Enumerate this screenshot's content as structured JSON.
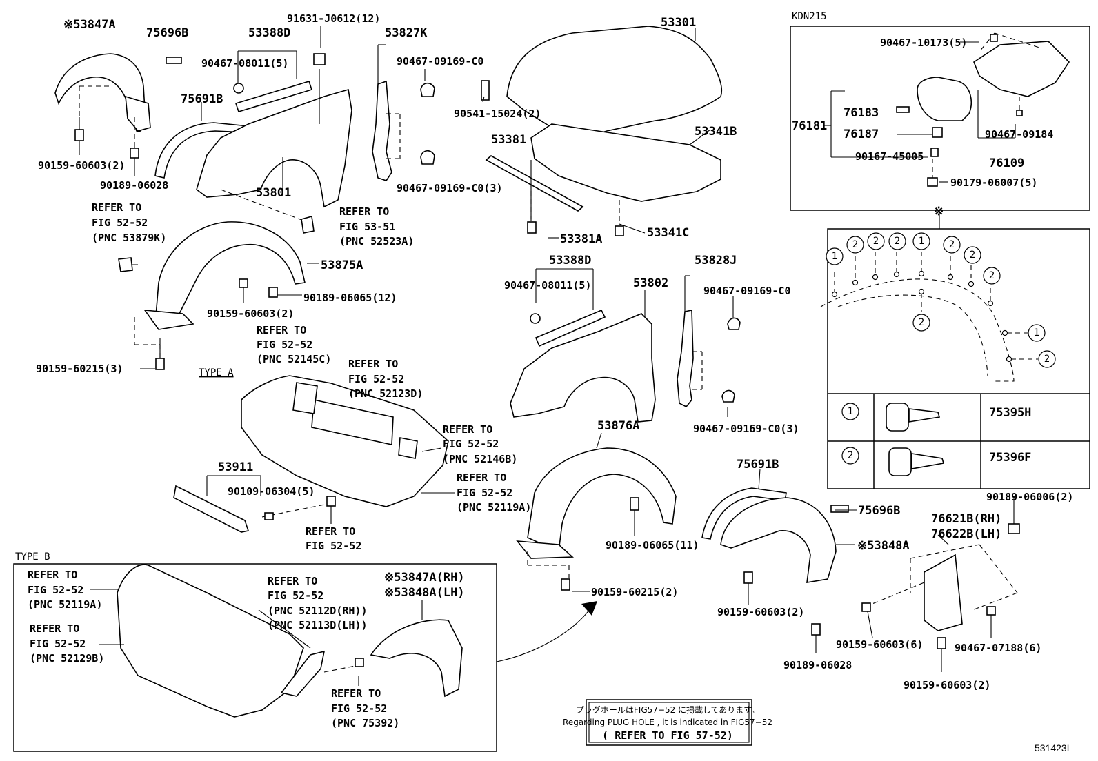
{
  "diagram": {
    "figure_id": "531423L",
    "labels": {
      "p53847A_top": "※53847A",
      "p75696B_top": "75696B",
      "p53388D_top": "53388D",
      "p91631": "91631-J0612(12)",
      "p53827K": "53827K",
      "p53301": "53301",
      "kdn": "KDN215",
      "p90467_10173": "90467-10173(5)",
      "p90467_08011_top": "90467-08011(5)",
      "p90467_09169_C0_top": "90467-09169-C0",
      "p75691B_top": "75691B",
      "p90541": "90541-15024(2)",
      "p76181": "76181",
      "p76183": "76183",
      "p76187": "76187",
      "p90167": "90167-45005",
      "p90467_09184": "90467-09184",
      "p76109": "76109",
      "p90179": "90179-06007(5)",
      "p53381": "53381",
      "p53341B": "53341B",
      "p90159_60603_a": "90159-60603(2)",
      "p90189_06028_a": "90189-06028",
      "p53801": "53801",
      "p90467_09169_C0_3_top": "90467-09169-C0(3)",
      "p53381A": "53381A",
      "p53341C": "53341C",
      "p53875A": "53875A",
      "p90189_06065_12": "90189-06065(12)",
      "p90159_60603_b": "90159-60603(2)",
      "p53388D_mid": "53388D",
      "p90467_08011_mid": "90467-08011(5)",
      "p53802": "53802",
      "p53828J": "53828J",
      "p90467_09169_C0_mid": "90467-09169-C0",
      "p90159_60215_3": "90159-60215(3)",
      "type_a": "TYPE A",
      "p53911": "53911",
      "p90109": "90109-06304(5)",
      "p90467_09169_C0_3_mid": "90467-09169-C0(3)",
      "p53876A": "53876A",
      "p75691B_mid": "75691B",
      "p75696B_mid": "75696B",
      "p90189_06006": "90189-06006(2)",
      "p76621B": "76621B(RH)",
      "p76622B": "76622B(LH)",
      "p90189_06065_11": "90189-06065(11)",
      "p53848A_mid": "※53848A",
      "type_b": "TYPE B",
      "p90159_60215_2": "90159-60215(2)",
      "p53847A_rh": "※53847A(RH)",
      "p53848A_lh": "※53848A(LH)",
      "p90159_60603_c": "90159-60603(2)",
      "p90159_60603_6": "90159-60603(6)",
      "p90467_07188": "90467-07188(6)",
      "p90189_06028_b": "90189-06028",
      "p90159_60603_d": "90159-60603(2)",
      "p75395H": "75395H",
      "p75396F": "75396F",
      "asterisk": "※"
    },
    "refer": {
      "r1": [
        "REFER TO",
        "FIG 52-52",
        "(PNC 53879K)"
      ],
      "r2": [
        "REFER TO",
        "FIG 53-51",
        "(PNC 52523A)"
      ],
      "r3": [
        "REFER TO",
        "FIG 52-52",
        "(PNC 52145C)"
      ],
      "r4": [
        "REFER TO",
        "FIG 52-52",
        "(PNC 52123D)"
      ],
      "r5": [
        "REFER TO",
        "FIG 52-52",
        "(PNC 52146B)"
      ],
      "r6": [
        "REFER TO",
        "FIG 52-52",
        "(PNC 52119A)"
      ],
      "r7": [
        "REFER TO",
        "FIG 52-52"
      ],
      "r8": [
        "REFER TO",
        "FIG 52-52",
        "(PNC 52119A)"
      ],
      "r9": [
        "REFER TO",
        "FIG 52-52",
        "(PNC 52129B)"
      ],
      "r10": [
        "REFER TO",
        "FIG 52-52",
        "(PNC 52112D(RH))",
        "(PNC 52113D(LH))"
      ],
      "r11": [
        "REFER TO",
        "FIG 52-52",
        "(PNC 75392)"
      ]
    },
    "callouts": {
      "one": "1",
      "two": "2"
    },
    "note": {
      "jp": "プラグホールはFIG57−52 に掲載してあります。",
      "en": "Regarding PLUG HOLE , it is indicated in FIG57−52",
      "ref": "( REFER TO FIG 57-52)"
    }
  }
}
